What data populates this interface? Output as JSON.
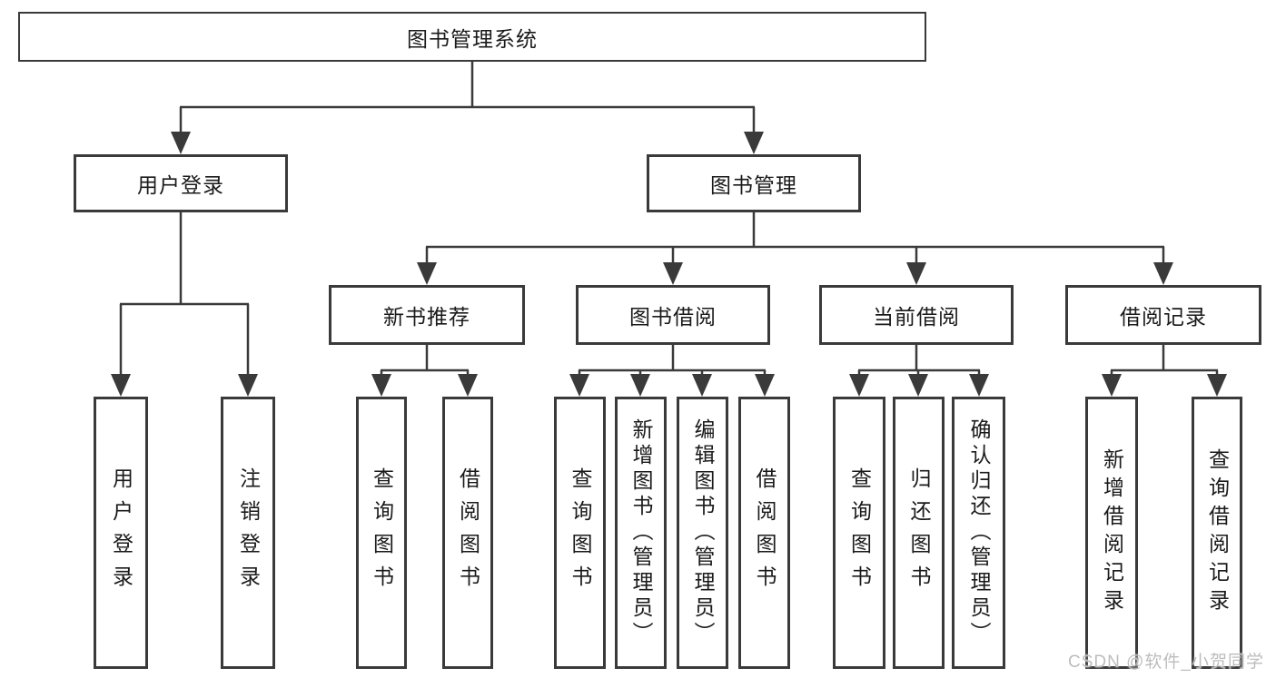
{
  "nodes": {
    "root": "图书管理系统",
    "level2": [
      "用户登录",
      "图书管理"
    ],
    "level3": [
      "新书推荐",
      "图书借阅",
      "当前借阅",
      "借阅记录"
    ],
    "leaves_user_login": [
      "用户登录",
      "注销登录"
    ],
    "leaves_new_book_rec": [
      "查询图书",
      "借阅图书"
    ],
    "leaves_book_borrow": [
      "查询图书",
      "新增图书（管理员）",
      "编辑图书（管理员）",
      "借阅图书"
    ],
    "leaves_current_borrow": [
      "查询图书",
      "归还图书",
      "确认归还（管理员）"
    ],
    "leaves_borrow_records": [
      "新增借阅记录",
      "查询借阅记录"
    ]
  },
  "watermark": "CSDN @软件_小贺同学",
  "colors": {
    "line": "#3a3a3a",
    "text": "#1a1a1a",
    "background": "#ffffff",
    "watermark": "#bdbdbd"
  }
}
